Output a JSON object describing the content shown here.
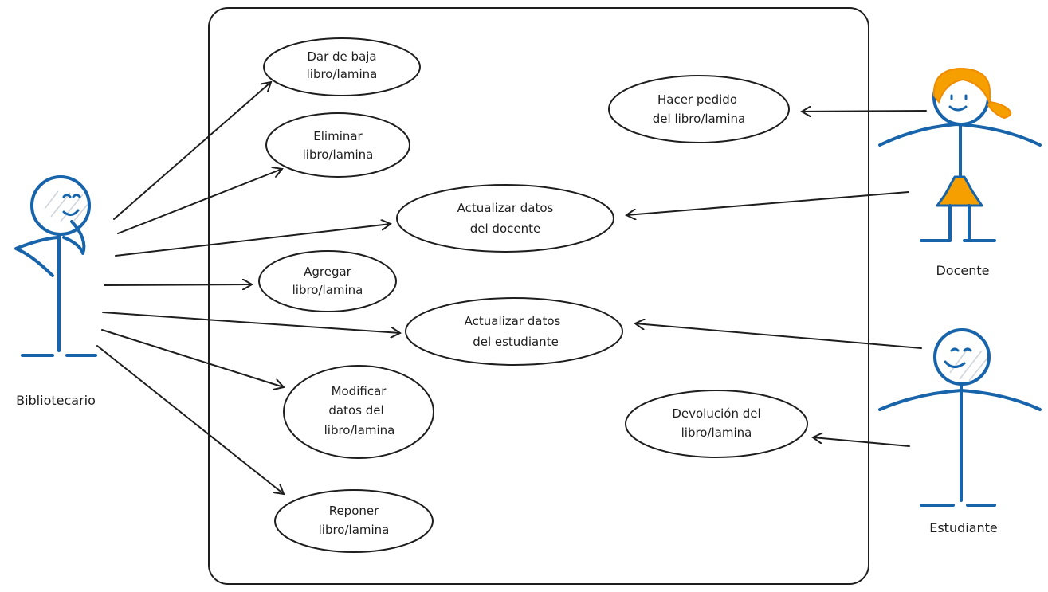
{
  "colors": {
    "stroke": "#1e1e1e",
    "actor": "#1864ab",
    "hair": "#f59f00"
  },
  "actors": {
    "bibliotecario": "Bibliotecario",
    "docente": "Docente",
    "estudiante": "Estudiante"
  },
  "use_cases": {
    "dar_baja": [
      "Dar de baja",
      "libro/lamina"
    ],
    "eliminar": [
      "Eliminar",
      "libro/lamina"
    ],
    "actualizar_docente": [
      "Actualizar datos",
      "del docente"
    ],
    "agregar": [
      "Agregar",
      "libro/lamina"
    ],
    "actualizar_estudiante": [
      "Actualizar datos",
      "del estudiante"
    ],
    "modificar": [
      "Modificar",
      "datos del",
      "libro/lamina"
    ],
    "reponer": [
      "Reponer",
      "libro/lamina"
    ],
    "hacer_pedido": [
      "Hacer pedido",
      "del libro/lamina"
    ],
    "devolucion": [
      "Devolución del",
      "libro/lamina"
    ]
  }
}
